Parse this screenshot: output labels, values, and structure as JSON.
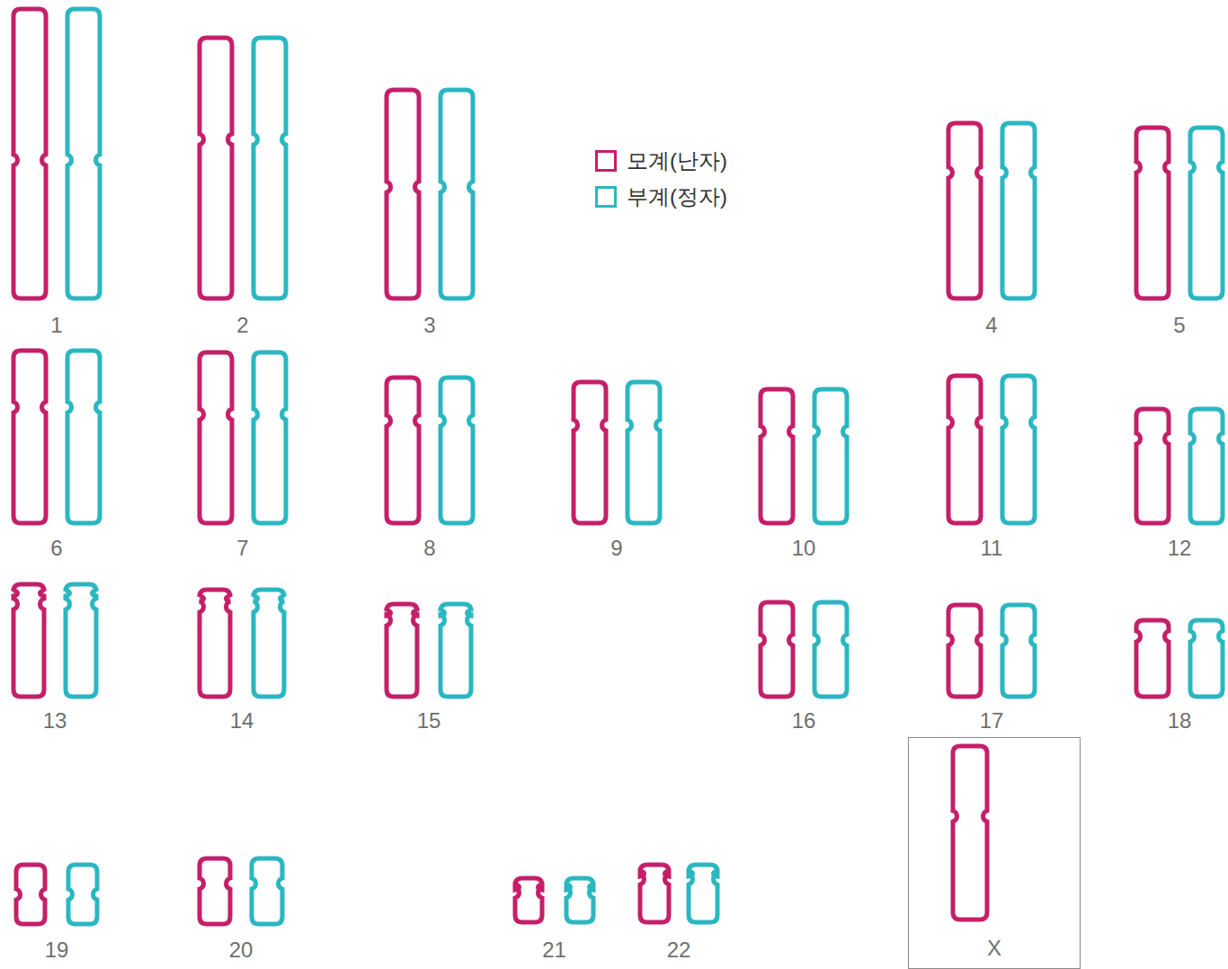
{
  "diagram": {
    "nodes": [
      {
        "text": [
          "X"
        ]
      }
    ],
    "labels": [
      "1",
      "2",
      "3",
      "4",
      "5",
      "6",
      "7",
      "8",
      "9",
      "10",
      "11",
      "12",
      "13",
      "14",
      "15",
      "16",
      "17",
      "18",
      "19",
      "20",
      "21",
      "22"
    ],
    "legend": [
      {
        "text": "모계(난자)",
        "color": "#c51f6a"
      },
      {
        "text": "부계(정자)",
        "color": "#2ab7c1"
      }
    ]
  }
}
